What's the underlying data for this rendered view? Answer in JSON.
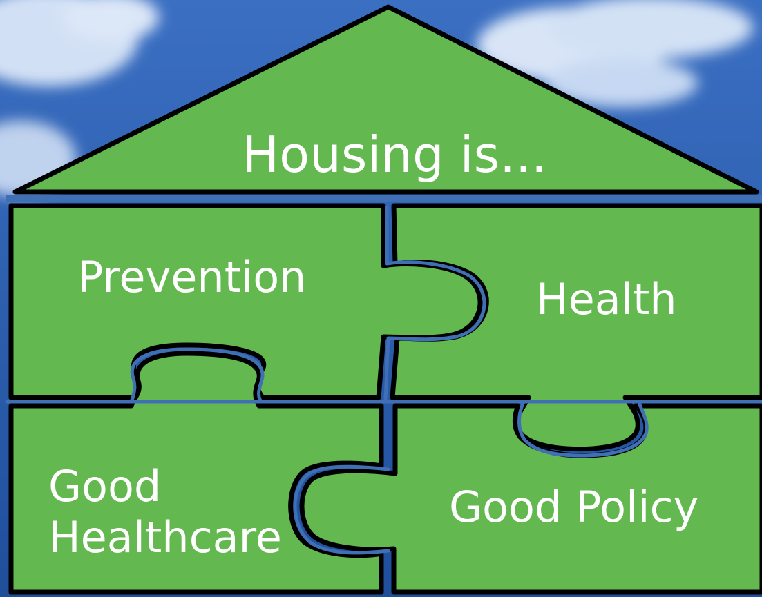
{
  "colors": {
    "sky_top": "#2f62b8",
    "sky_bottom": "#1d4f98",
    "cloud": "#d8e5f6",
    "green": "#63b84f",
    "outline": "#000000",
    "accent_blue": "#3f6fb5",
    "text": "#ffffff"
  },
  "diagram": {
    "roof_label": "Housing is...",
    "pieces": {
      "top_left": "Prevention",
      "top_right": "Health",
      "bottom_left": "Good\nHealthcare",
      "bottom_right": "Good Policy"
    }
  }
}
